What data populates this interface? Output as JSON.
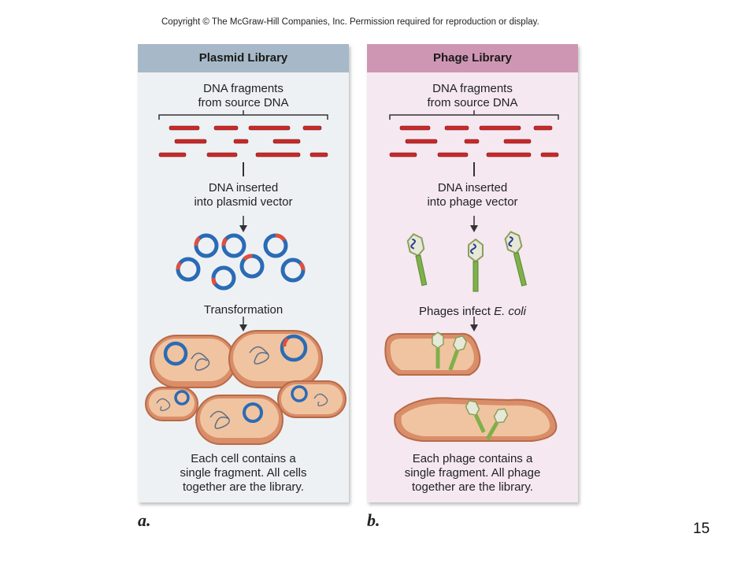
{
  "copyright": "Copyright © The McGraw-Hill Companies, Inc. Permission required for reproduction or display.",
  "panel_a": {
    "title": "Plasmid Library",
    "step1": [
      "DNA fragments",
      "from source DNA"
    ],
    "step2": [
      "DNA inserted",
      "into plasmid vector"
    ],
    "step3": "Transformation",
    "caption": [
      "Each cell contains a",
      "single fragment. All cells",
      "together are the library."
    ],
    "letter": "a."
  },
  "panel_b": {
    "title": "Phage Library",
    "step1": [
      "DNA fragments",
      "from source DNA"
    ],
    "step2": [
      "DNA inserted",
      "into phage vector"
    ],
    "step3_prefix": "Phages infect ",
    "step3_italic": "E. coli",
    "caption": [
      "Each phage contains a",
      "single fragment. All phage",
      "together are the library."
    ],
    "letter": "b."
  },
  "page_number": "15",
  "colors": {
    "plasmid_header": "#a7b9c8",
    "phage_header": "#cf96b4",
    "dna_fragment": "#c62a2a",
    "plasmid_ring": "#2b6bb5",
    "cell_body": "#e9b48f",
    "phage_tail": "#7fb04a"
  }
}
